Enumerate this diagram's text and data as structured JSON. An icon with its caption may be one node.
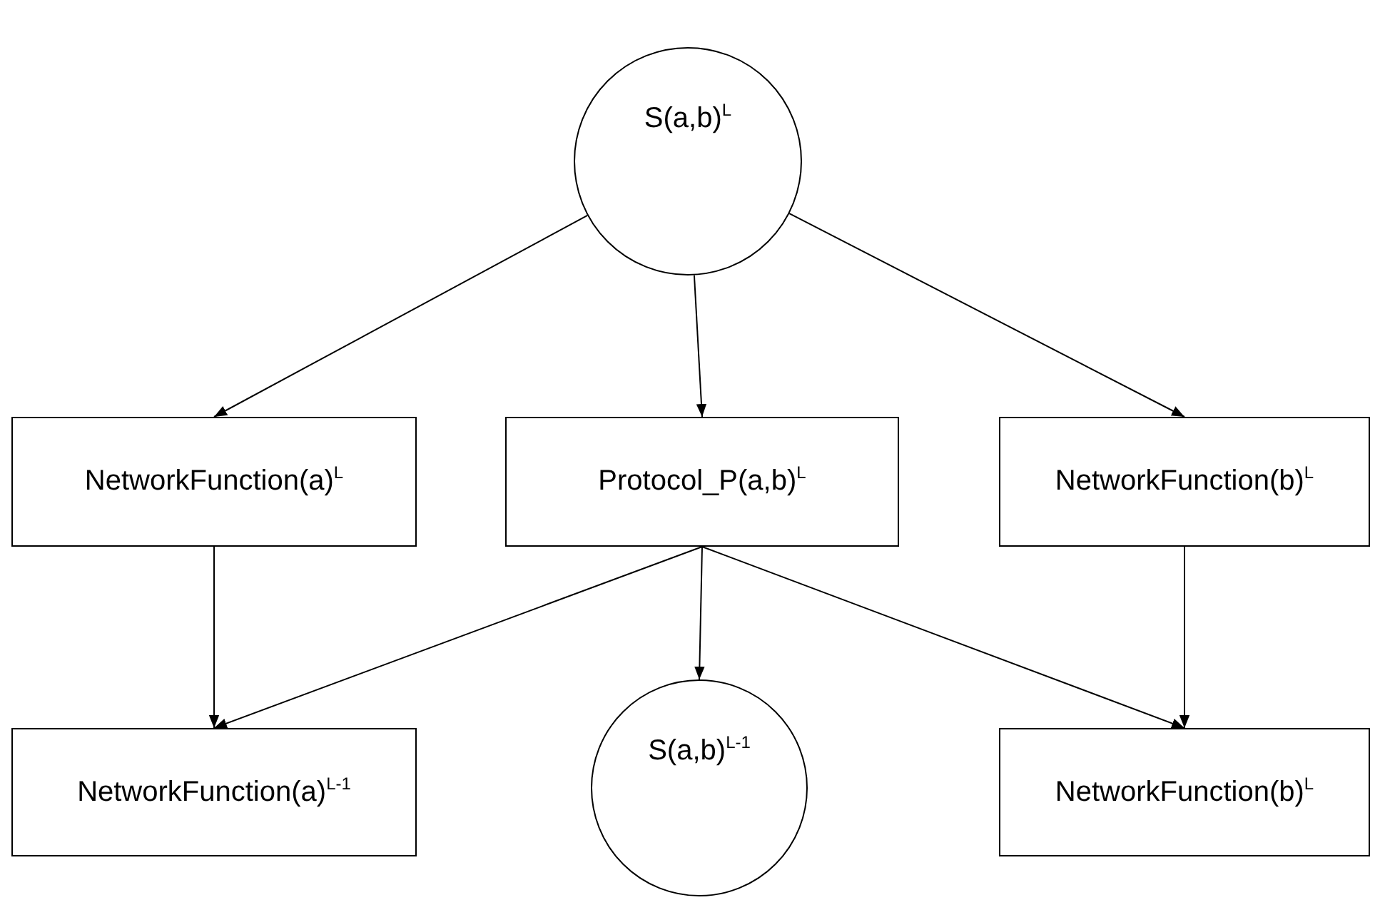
{
  "diagram": {
    "nodes": [
      {
        "text": [
          "S(a,b)$^{L}$"
        ]
      },
      {
        "text": [
          "NetworkFunction(a)$^{L}$"
        ]
      },
      {
        "text": [
          "Protocol_P(a,b)$^{L}$"
        ]
      },
      {
        "text": [
          "NetworkFunction(b)$^{L}$"
        ]
      },
      {
        "text": [
          "NetworkFunction(a)$^{L-1}$"
        ]
      },
      {
        "text": [
          "S(a,b)$^{L-1}$"
        ]
      },
      {
        "text": [
          "NetworkFunction(b)$^{L}$"
        ]
      }
    ],
    "edges": [
      {
        "from": 0,
        "to": 1,
        "arrow": "to"
      },
      {
        "from": 0,
        "to": 2,
        "arrow": "to"
      },
      {
        "from": 0,
        "to": 3,
        "arrow": "to"
      },
      {
        "from": 1,
        "to": 4,
        "arrow": "to"
      },
      {
        "from": 2,
        "to": 4,
        "arrow": "to"
      },
      {
        "from": 2,
        "to": 5,
        "arrow": "to"
      },
      {
        "from": 2,
        "to": 6,
        "arrow": "to"
      },
      {
        "from": 3,
        "to": 6,
        "arrow": "to"
      }
    ]
  }
}
